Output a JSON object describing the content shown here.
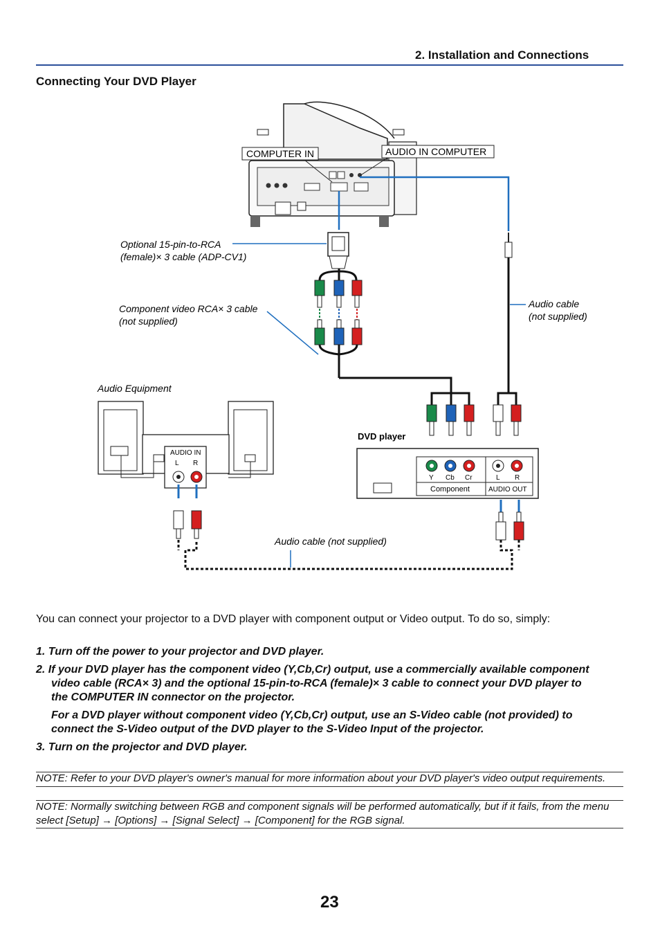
{
  "header": {
    "section": "2. Installation and Connections"
  },
  "section_title": "Connecting Your DVD Player",
  "diagram": {
    "computer_in": "COMPUTER IN",
    "audio_in_computer": "AUDIO IN COMPUTER",
    "optional_cable_line1": "Optional 15-pin-to-RCA",
    "optional_cable_line2": "(female)× 3 cable (ADP-CV1)",
    "component_cable_line1": "Component video RCA× 3 cable",
    "component_cable_line2": "(not supplied)",
    "audio_cable_line1": "Audio cable",
    "audio_cable_line2": "(not supplied)",
    "audio_equipment": "Audio Equipment",
    "audio_in": "AUDIO IN",
    "l": "L",
    "r": "R",
    "dvd_player": "DVD player",
    "y": "Y",
    "cb": "Cb",
    "cr": "Cr",
    "component": "Component",
    "audio_out": "AUDIO OUT",
    "audio_cable_bottom": "Audio cable (not supplied)"
  },
  "intro": "You can connect your projector to a DVD player with component output or Video output. To do so, simply:",
  "steps": {
    "s1": "1.  Turn off the power to your projector and DVD player.",
    "s2a": "2.  If your DVD player has the component video (Y,Cb,Cr) output, use a commercially available component",
    "s2b": "video cable (RCA× 3) and the optional 15-pin-to-RCA (female)× 3 cable to connect your DVD player to",
    "s2c": "the COMPUTER IN connector on the projector.",
    "s2d": "For a DVD player without component video (Y,Cb,Cr) output, use an S-Video cable (not provided) to",
    "s2e": "connect the S-Video output of the DVD player to the S-Video Input of the projector.",
    "s3": "3.  Turn on the projector and DVD player."
  },
  "notes": {
    "n1": "NOTE: Refer to your DVD player's owner's manual for more information about your DVD player's video output requirements.",
    "n2a": "NOTE: Normally switching between RGB and component signals will be performed automatically, but if it fails, from the menu",
    "n2b": "select [Setup] → [Options] → [Signal Select] → [Component] for the RGB signal."
  },
  "page_number": "23",
  "colors": {
    "accent": "#2a4f9a",
    "cable_blue": "#1f6fbf",
    "green": "#1a8a4a",
    "blue": "#1f63b8",
    "red": "#d42020"
  }
}
